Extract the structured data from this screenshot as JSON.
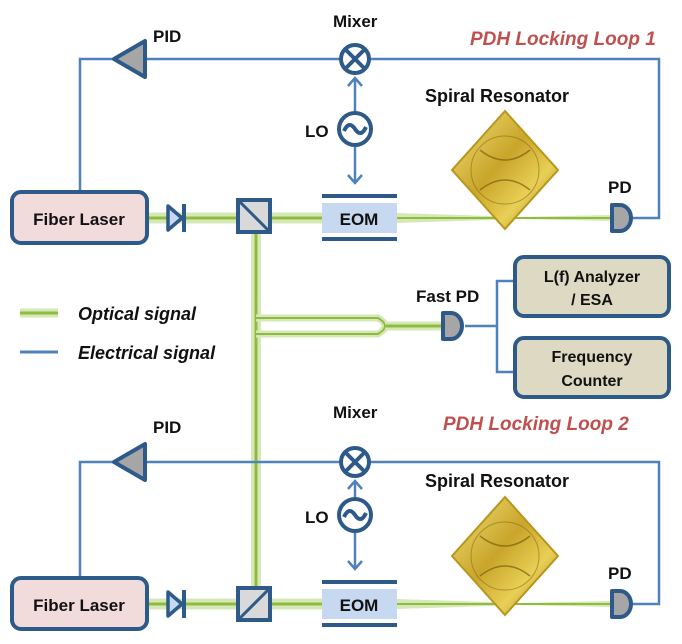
{
  "colors": {
    "electrical": "#4f81bd",
    "optical": "#8fbc3f",
    "optical_glow": "#d6e8b8",
    "outline": "#2e5a8a",
    "laser_fill": "#f2dcdb",
    "eom_fill": "#c6d9f1",
    "analyzer_fill": "#ddd9c3",
    "grey": "#a6a6a6",
    "title": "#c0504d",
    "resonator": "#c9a52a"
  },
  "legend": {
    "optical": "Optical signal",
    "electrical": "Electrical signal"
  },
  "loop1": {
    "title": "PDH Locking Loop 1",
    "pid": "PID",
    "mixer": "Mixer",
    "lo": "LO",
    "eom": "EOM",
    "resonator": "Spiral Resonator",
    "pd": "PD",
    "laser": "Fiber Laser"
  },
  "loop2": {
    "title": "PDH Locking Loop 2",
    "pid": "PID",
    "mixer": "Mixer",
    "lo": "LO",
    "eom": "EOM",
    "resonator": "Spiral Resonator",
    "pd": "PD",
    "laser": "Fiber Laser"
  },
  "beat": {
    "fast_pd": "Fast PD",
    "analyzer_line1": "L(f) Analyzer",
    "analyzer_line2": "/ ESA",
    "counter_line1": "Frequency",
    "counter_line2": "Counter"
  }
}
